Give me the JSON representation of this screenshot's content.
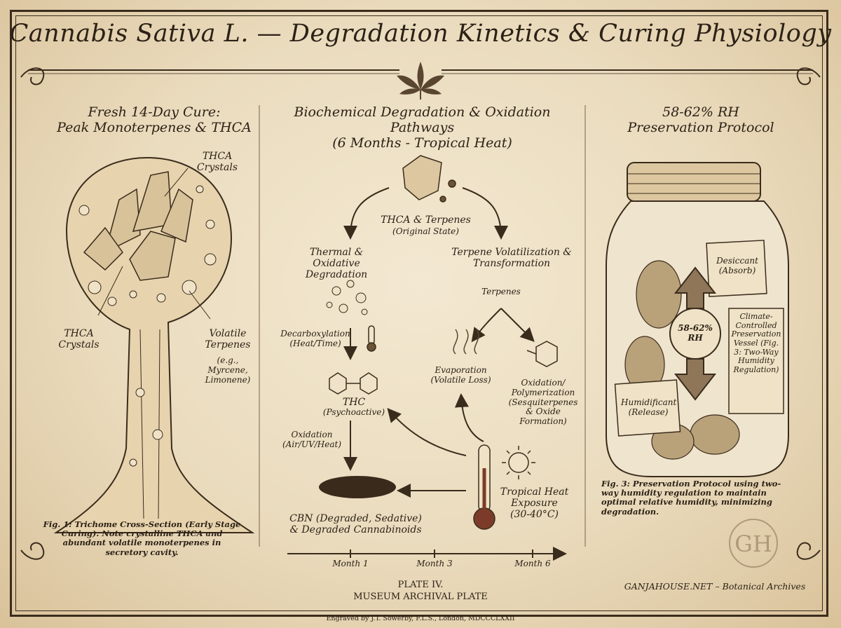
{
  "title": "Cannabis Sativa L. — Degradation Kinetics & Curing Physiology",
  "left": {
    "heading_line1": "Fresh 14-Day Cure:",
    "heading_line2": "Peak Monoterpenes & THCA",
    "label_crystals_top": "THCA Crystals",
    "label_crystals_left": "THCA Crystals",
    "label_terpenes": "Volatile Terpenes",
    "label_terpenes_eg": "(e.g., Myrcene, Limonene)",
    "caption": "Fig. 1: Trichome Cross-Section (Early Stage Curing). Note crystalline THCA and abundant volatile monoterpenes in secretory cavity."
  },
  "center": {
    "heading_line1": "Biochemical Degradation & Oxidation Pathways",
    "heading_line2": "(6 Months - Tropical Heat)",
    "origin": "THCA & Terpenes",
    "origin_sub": "(Original State)",
    "branch_left": "Thermal & Oxidative Degradation",
    "branch_right": "Terpene Volatilization & Transformation",
    "decarb": "Decarboxylation",
    "decarb_sub": "(Heat/Time)",
    "thc": "THC",
    "thc_sub": "(Psychoactive)",
    "oxidation": "Oxidation",
    "oxidation_sub": "(Air/UV/Heat)",
    "cbn": "CBN (Degraded, Sedative)",
    "cbn_sub": "& Degraded Cannabinoids",
    "terpenes": "Terpenes",
    "evaporation": "Evaporation",
    "evaporation_sub": "(Volatile Loss)",
    "oxpoly": "Oxidation/ Polymerization",
    "oxpoly_sub": "(Sesquiterpenes & Oxide Formation)",
    "heat": "Tropical Heat Exposure",
    "heat_sub": "(30-40°C)",
    "timeline": [
      "Month 1",
      "Month 3",
      "Month 6"
    ]
  },
  "right": {
    "heading_line1": "58-62% RH",
    "heading_line2": "Preservation Protocol",
    "desiccant": "Desiccant (Absorb)",
    "rh_label": "58-62% RH",
    "humidificant": "Humidificant (Release)",
    "vessel_label": "Climate-Controlled Preservation Vessel (Fig. 3: Two-Way Humidity Regulation)",
    "caption": "Fig. 3: Preservation Protocol using two-way humidity regulation to maintain optimal relative humidity, minimizing degradation."
  },
  "footer": {
    "plate": "PLATE IV.",
    "museum": "MUSEUM ARCHIVAL PLATE",
    "archive": "GANJAHOUSE.NET – Botanical Archives",
    "engraved": "Engraved by J.T. Sowerby, F.L.S., London, MDCCCLXXII",
    "monogram": "GH"
  },
  "colors": {
    "ink": "#2b2116",
    "paper": "#eadbbd",
    "stain": "#c9a978"
  }
}
